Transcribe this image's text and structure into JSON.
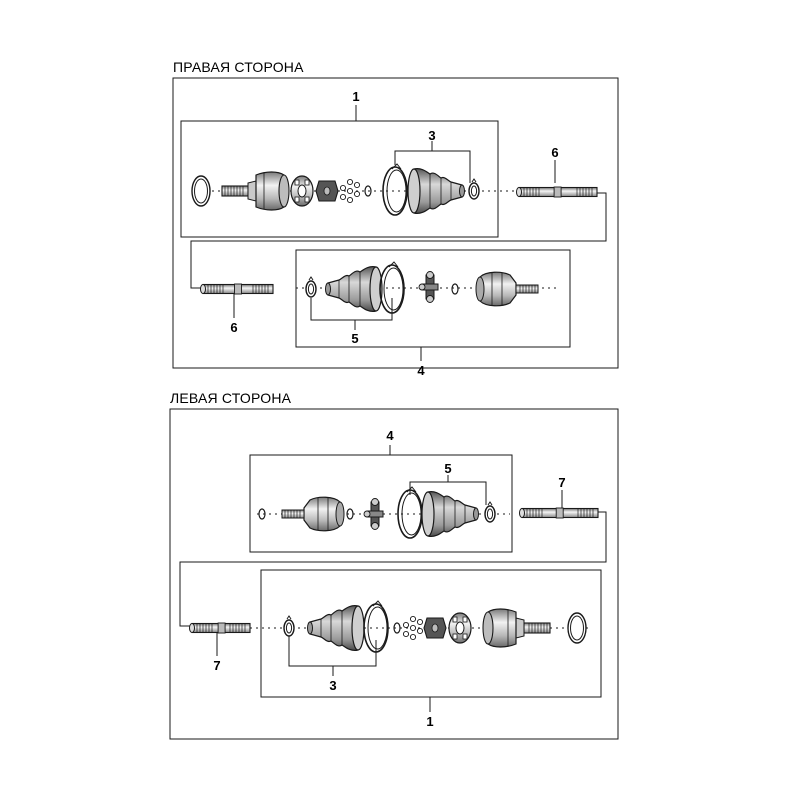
{
  "sections": [
    {
      "id": "right",
      "title": "ПРАВАЯ СТОРОНА",
      "callouts": {
        "a": "1",
        "b": "3",
        "c": "6",
        "d": "6",
        "e": "5",
        "f": "4"
      }
    },
    {
      "id": "left",
      "title": "ЛЕВАЯ СТОРОНА",
      "callouts": {
        "a": "4",
        "b": "5",
        "c": "7",
        "d": "7",
        "e": "3",
        "f": "1"
      }
    }
  ],
  "colors": {
    "line": "#1a1a1a",
    "part_fill": "#e6e6e6",
    "part_shade": "#9a9a9a",
    "part_dark": "#555555"
  }
}
